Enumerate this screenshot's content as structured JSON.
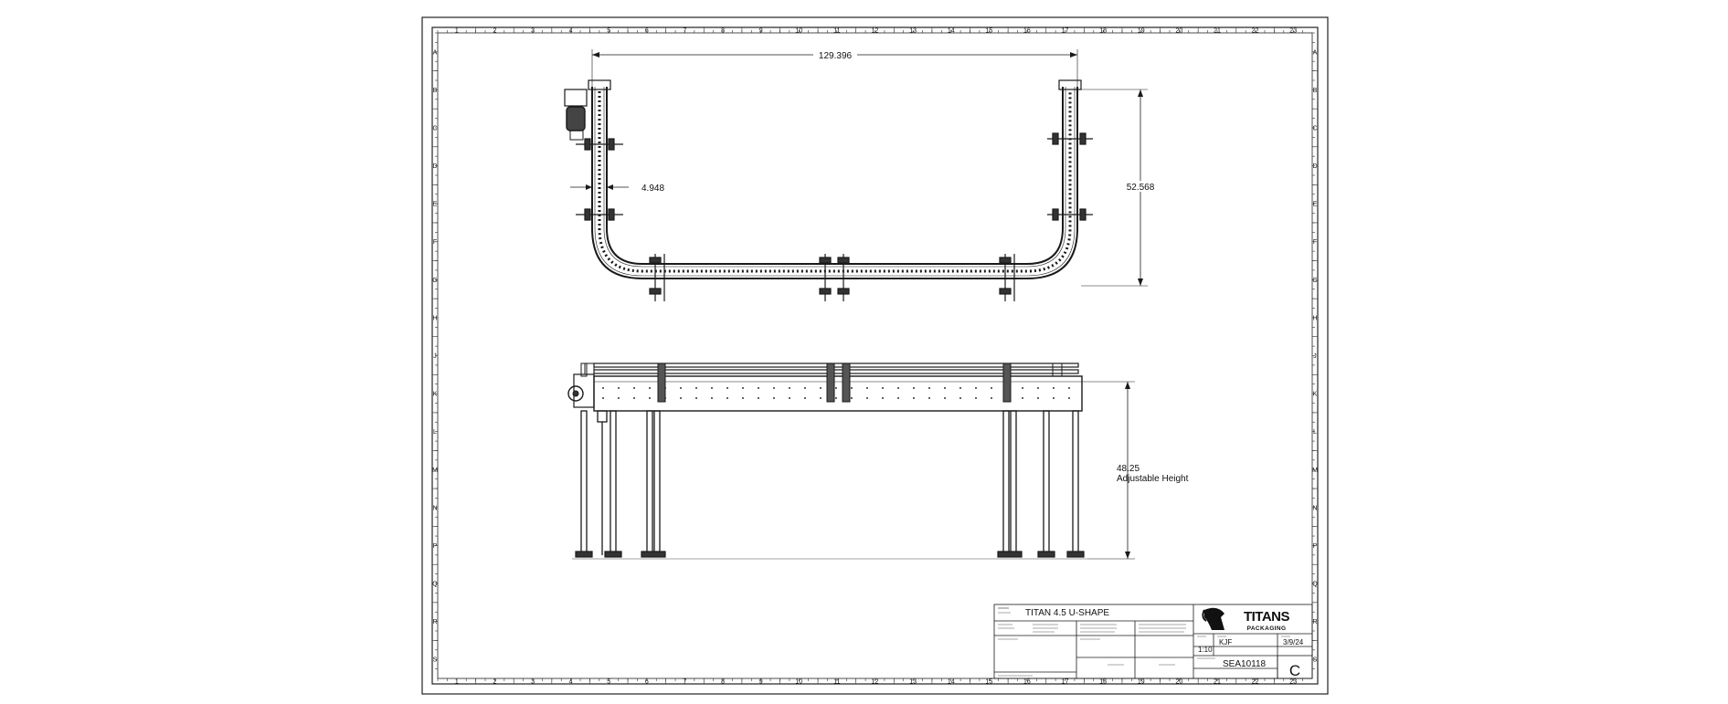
{
  "border": {
    "columns": [
      "1",
      "2",
      "3",
      "4",
      "5",
      "6",
      "7",
      "8",
      "9",
      "10",
      "11",
      "12",
      "13",
      "14",
      "15",
      "16",
      "17",
      "18",
      "19",
      "20",
      "21",
      "22",
      "23"
    ],
    "rows": [
      "A",
      "B",
      "C",
      "D",
      "E",
      "F",
      "G",
      "H",
      "J",
      "K",
      "L",
      "M",
      "N",
      "P",
      "Q",
      "R",
      "S"
    ]
  },
  "top_view": {
    "dim_width": "129.396",
    "dim_channel": "4.948",
    "dim_depth": "52.568"
  },
  "side_view": {
    "dim_height": "48.25",
    "dim_height_note": "Adjustable Height"
  },
  "title_block": {
    "title": "TITAN 4.5 U-SHAPE",
    "drawn_by": "KJF",
    "date": "3/9/24",
    "qty": "1:10",
    "drawing_number": "SEA10118",
    "size": "C",
    "logo_word": "TITANS",
    "logo_sub": "PACKAGING"
  },
  "colors": {
    "line": "#1a1a1a",
    "paper": "#ffffff"
  }
}
